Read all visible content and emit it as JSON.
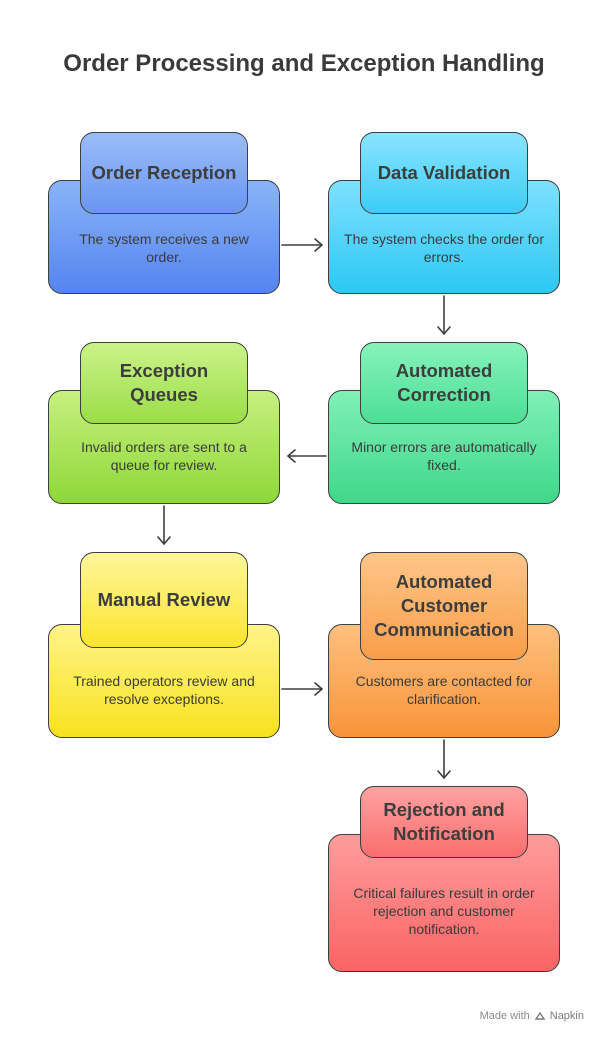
{
  "title": "Order Processing and Exception Handling",
  "nodes": [
    {
      "title": "Order Reception",
      "text": "The system receives a new order."
    },
    {
      "title": "Data Validation",
      "text": "The system checks the order for errors."
    },
    {
      "title": "Automated Correction",
      "text": "Minor errors are automatically fixed."
    },
    {
      "title": "Exception Queues",
      "text": "Invalid orders are sent to a queue for review."
    },
    {
      "title": "Manual Review",
      "text": "Trained operators review and resolve exceptions."
    },
    {
      "title": "Automated Customer Communication",
      "text": "Customers are contacted for clarification."
    },
    {
      "title": "Rejection and Notification",
      "text": "Critical failures result in order rejection and customer notification."
    }
  ],
  "footer": {
    "made_with": "Made with",
    "brand": "Napkin"
  }
}
